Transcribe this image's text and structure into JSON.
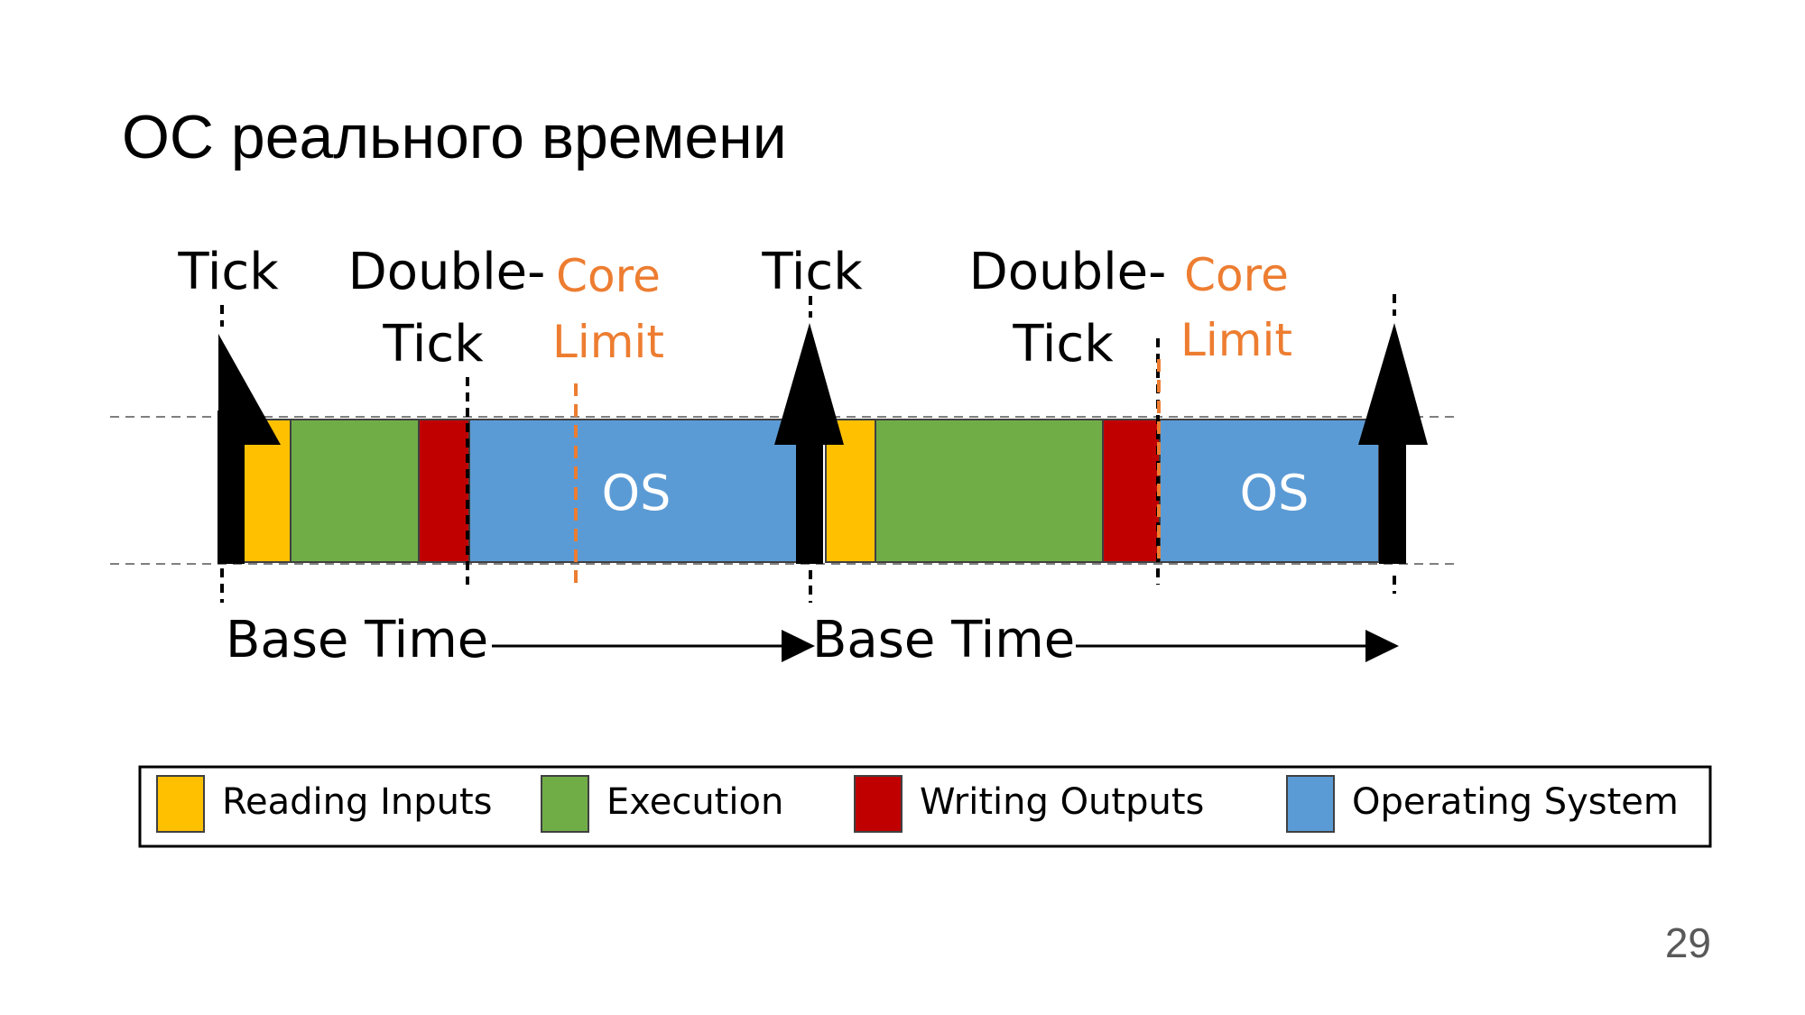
{
  "slide": {
    "title": "ОС реального времени",
    "page_number": "29"
  },
  "diagram": {
    "cycles": [
      {
        "tick_label": "Tick",
        "double_tick_line1": "Double-",
        "double_tick_line2": "Tick",
        "core_limit_line1": "Core",
        "core_limit_line2": "Limit",
        "os_label": "OS",
        "base_time_label": "Base Time"
      },
      {
        "tick_label": "Tick",
        "double_tick_line1": "Double-",
        "double_tick_line2": "Tick",
        "core_limit_line1": "Core",
        "core_limit_line2": "Limit",
        "os_label": "OS",
        "base_time_label": "Base Time"
      }
    ],
    "colors": {
      "reading_inputs": "#FFC000",
      "execution": "#70AD47",
      "writing_outputs": "#C00000",
      "operating_system": "#5B9BD5",
      "core_limit": "#ED7D31",
      "tick": "#000000"
    }
  },
  "legend": {
    "items": [
      {
        "label": "Reading Inputs",
        "color": "#FFC000"
      },
      {
        "label": "Execution",
        "color": "#70AD47"
      },
      {
        "label": "Writing Outputs",
        "color": "#C00000"
      },
      {
        "label": "Operating System",
        "color": "#5B9BD5"
      }
    ]
  }
}
